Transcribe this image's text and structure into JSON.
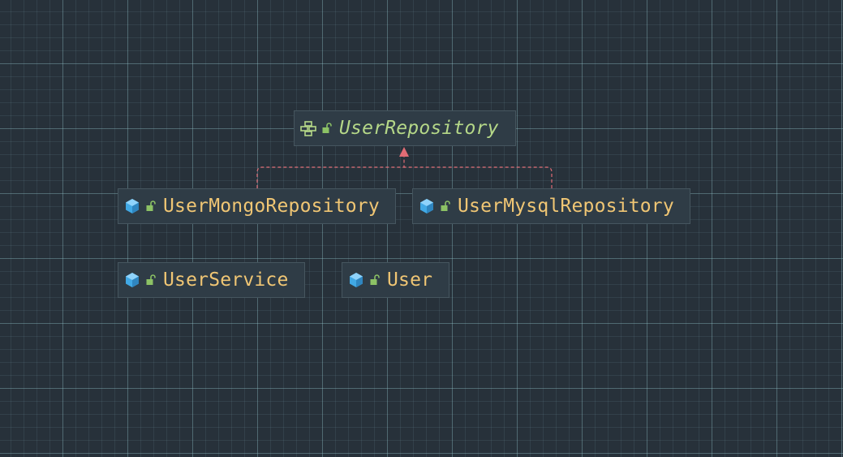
{
  "diagram": {
    "nodes": [
      {
        "id": "user-repository",
        "label": "UserRepository",
        "kind": "interface",
        "visibility": "public"
      },
      {
        "id": "user-mongo-repository",
        "label": "UserMongoRepository",
        "kind": "class",
        "visibility": "public"
      },
      {
        "id": "user-mysql-repository",
        "label": "UserMysqlRepository",
        "kind": "class",
        "visibility": "public"
      },
      {
        "id": "user-service",
        "label": "UserService",
        "kind": "class",
        "visibility": "public"
      },
      {
        "id": "user",
        "label": "User",
        "kind": "class",
        "visibility": "public"
      }
    ],
    "edges": [
      {
        "from": "user-mongo-repository",
        "to": "user-repository",
        "type": "implements",
        "style": "dashed"
      },
      {
        "from": "user-mysql-repository",
        "to": "user-repository",
        "type": "implements",
        "style": "dashed"
      }
    ]
  },
  "colors": {
    "background": "#27313a",
    "node_fill": "#2f3c46",
    "class_label": "#f0c674",
    "interface_label": "#b5d888",
    "class_icon": "#41a9e5",
    "visibility_icon": "#8cc265",
    "edge": "#e06c75"
  },
  "icons": {
    "interface": "interface-icon",
    "class": "class-icon",
    "visibility": "unlocked-icon"
  }
}
